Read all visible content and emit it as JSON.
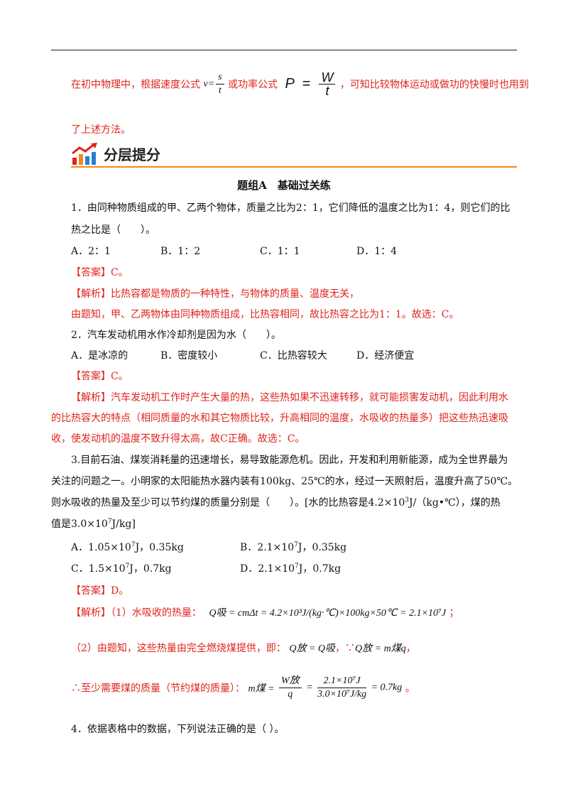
{
  "intro": {
    "before_v": "在初中物理中，根据速度公式",
    "v": "v",
    "eq": "=",
    "s": "s",
    "t": "t",
    "between": "或功率公式",
    "P": "P",
    "W": "W",
    "t2": "t",
    "after": "，可知比较物体运动或做功的快慢时也用到",
    "line2": "了上述方法。"
  },
  "banner": {
    "title": "分层提分",
    "icon": "chart-up-icon"
  },
  "group_title": "题组A　基础过关练",
  "q1": {
    "stem1": "1．由同种物质组成的甲、乙两个物体，质量之比为2：1，它们降低的温度之比为1：4，则它们的比",
    "stem2": "热之比是（　　）。",
    "options": [
      "A．2：1",
      "B．1：2",
      "C．1：1",
      "D．1：4"
    ],
    "answer_tag": "【答案】",
    "answer": "C。",
    "analysis_tag": "【解析】",
    "analysis1": "比热容都是物质的一种特性，与物体的质量、温度无关，",
    "analysis2": "由题知，甲、乙两物体由同种物质组成，比热容相同，故比热容之比为1：1。故选：C。"
  },
  "q2": {
    "stem": "2．汽车发动机用水作冷却剂是因为水（　　）。",
    "options": [
      "A．是冰凉的",
      "B．密度较小",
      "C．比热容较大",
      "D．经济便宜"
    ],
    "answer_tag": "【答案】",
    "answer": "C。",
    "analysis_tag": "【解析】",
    "analysis1": "汽车发动机工作时产生大量的热，这些热如果不迅速转移，就可能损害发动机，因此利用水",
    "analysis2": "的比热容大的特点（相同质量的水和其它物质比较，升高相同的温度，水吸收的热量多）把这些热迅速吸",
    "analysis3": "收，使发动机的温度不致升得太高，故C正确。故选：C。"
  },
  "q3": {
    "stem1": "3.目前石油、煤炭消耗量的迅速增长，易导致能源危机。因此，开发和利用新能源，成为全世界最为",
    "stem2": "关注的问题之一。小明家的太阳能热水器内装有100kg、25℃的水，经过一天照射后，温度升高了50℃。",
    "stem3a": "则水吸收的热量及至少可以节约煤的质量分别是（　　）。[水的比热容是4.2×10",
    "stem3_exp": "3",
    "stem3b": "J/（kg•℃），煤的热",
    "stem4a": "值是3.0×10",
    "stem4_exp": "7",
    "stem4b": "J/kg]",
    "optA_a": "A．1.05×10",
    "optA_exp": "7",
    "optA_b": "J，0.35kg",
    "optB_a": "B．2.1×10",
    "optB_exp": "7",
    "optB_b": "J，0.35kg",
    "optC_a": "C．1.5×10",
    "optC_exp": "7",
    "optC_b": "J，0.7kg",
    "optD_a": "D．2.1×10",
    "optD_exp": "7",
    "optD_b": "J，0.7kg",
    "answer_tag": "【答案】",
    "answer": "D。",
    "analysis_tag": "【解析】",
    "a1_text": "（1）水吸收的热量：",
    "a1_formula": "Q吸 = cmΔt = 4.2×10³J/(kg·℃)×100kg×50℃ = 2.1×10⁷J",
    "a1_end": "；",
    "a2_text": "（2）由题知，这些热量由完全燃烧煤提供，即：",
    "a2_f1": "Q放 = Q吸",
    "a2_sep": "，∵",
    "a2_f2": "Q放 = m煤q",
    "a2_end": "，",
    "a3_text": "∴至少需要煤的质量（节约煤的质量）：",
    "a3_left": "m煤 =",
    "a3_num1": "W放",
    "a3_den1": "q",
    "a3_num2": "2.1×10⁷J",
    "a3_den2": "3.0×10⁷J/kg",
    "a3_result": "= 0.7kg",
    "a3_end": "。"
  },
  "q4": {
    "stem": "4．依据表格中的数据，下列说法正确的是（ ）。"
  }
}
